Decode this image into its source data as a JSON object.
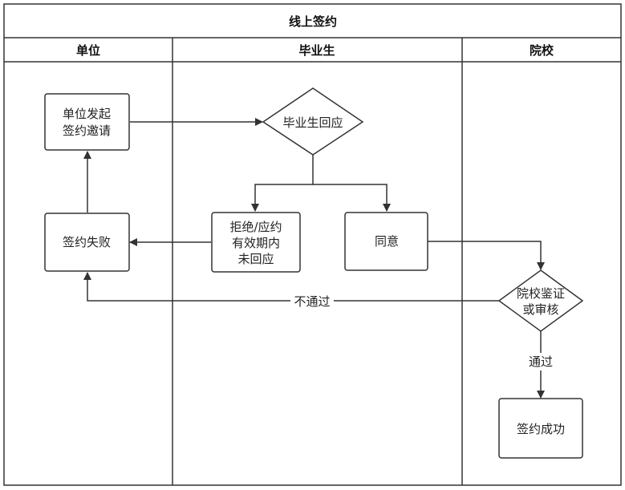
{
  "title": "线上签约",
  "lanes": [
    {
      "id": "unit",
      "label": "单位"
    },
    {
      "id": "graduate",
      "label": "毕业生"
    },
    {
      "id": "school",
      "label": "院校"
    }
  ],
  "nodes": {
    "initiate": {
      "lines": [
        "单位发起",
        "签约邀请"
      ]
    },
    "respond": {
      "lines": [
        "毕业生回应"
      ]
    },
    "reject": {
      "lines": [
        "拒绝/应约",
        "有效期内",
        "未回应"
      ]
    },
    "agree": {
      "lines": [
        "同意"
      ]
    },
    "fail": {
      "lines": [
        "签约失败"
      ]
    },
    "review": {
      "lines": [
        "院校鉴证",
        "或审核"
      ]
    },
    "success": {
      "lines": [
        "签约成功"
      ]
    }
  },
  "edges": {
    "not_pass": "不通过",
    "pass": "通过"
  }
}
